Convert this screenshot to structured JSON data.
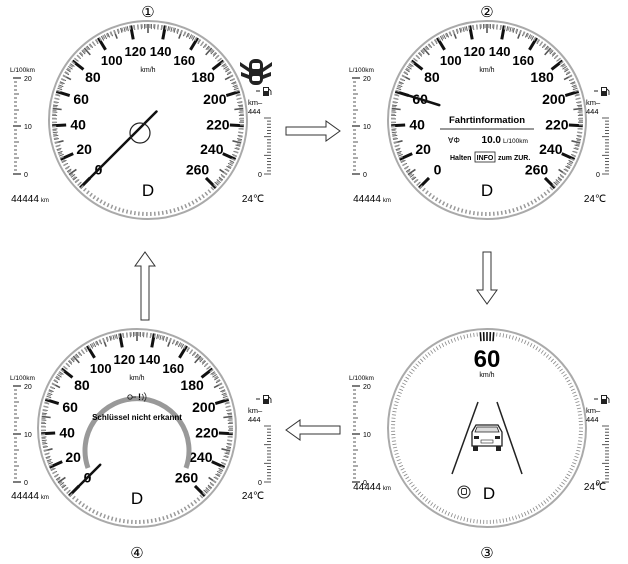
{
  "speed_scale": [
    "0",
    "20",
    "40",
    "60",
    "80",
    "100",
    "120",
    "140",
    "160",
    "180",
    "200",
    "220",
    "240",
    "260"
  ],
  "speed_unit": "km/h",
  "fuel_scale": {
    "unit": "L/100km",
    "top": "20",
    "mid": "10",
    "bottom": "0"
  },
  "range": {
    "label": "km",
    "value": "444",
    "empty": "0"
  },
  "odometer": {
    "value": "44444",
    "unit": "km"
  },
  "temperature": "24℃",
  "gear": "D",
  "panels": [
    {
      "number": "①",
      "needle_speed": 0
    },
    {
      "number": "②",
      "needle_speed": 60,
      "info_title": "Fahrtinformation",
      "info_symbol": "∀Φ",
      "info_value": "10.0",
      "info_unit": "L/100km",
      "info_hint_pre": "Halten",
      "info_hint_key": "INFO",
      "info_hint_post": "zum ZUR."
    },
    {
      "number": "③",
      "digital_speed": "60",
      "digital_unit": "km/h"
    },
    {
      "number": "④",
      "needle_speed": 0,
      "warning_icon": "key-warning-icon",
      "message": "Schlüssel nicht erkannt"
    }
  ]
}
